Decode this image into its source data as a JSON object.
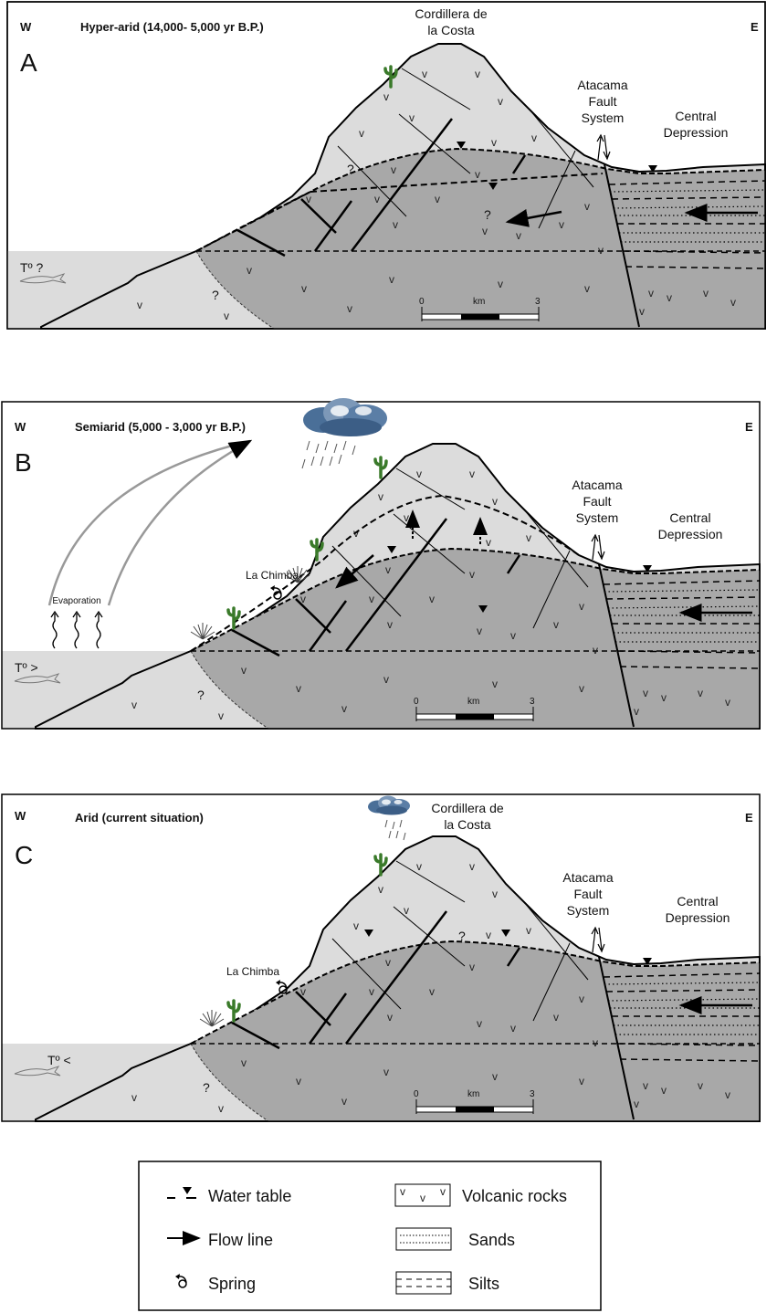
{
  "panels": [
    {
      "id": "A",
      "letter": "A",
      "title": "Hyper-arid (14,000- 5,000 yr B.P.)",
      "west": "W",
      "east": "E",
      "temp": "Tº ?",
      "cordillera": [
        "Cordillera de",
        "la Costa"
      ],
      "fault": [
        "Atacama",
        "Fault",
        "System"
      ],
      "depression": [
        "Central",
        "Depression"
      ],
      "scale": {
        "start": "0",
        "unit": "km",
        "end": "3"
      },
      "question": "?"
    },
    {
      "id": "B",
      "letter": "B",
      "title": "Semiarid (5,000 - 3,000 yr B.P.)",
      "west": "W",
      "east": "E",
      "temp": "Tº >",
      "fault": [
        "Atacama",
        "Fault",
        "System"
      ],
      "depression": [
        "Central",
        "Depression"
      ],
      "scale": {
        "start": "0",
        "unit": "km",
        "end": "3"
      },
      "evaporation": "Evaporation",
      "spring": "La Chimba",
      "question": "?"
    },
    {
      "id": "C",
      "letter": "C",
      "title": "Arid (current situation)",
      "west": "W",
      "east": "E",
      "temp": "Tº <",
      "cordillera": [
        "Cordillera de",
        "la Costa"
      ],
      "fault": [
        "Atacama",
        "Fault",
        "System"
      ],
      "depression": [
        "Central",
        "Depression"
      ],
      "scale": {
        "start": "0",
        "unit": "km",
        "end": "3"
      },
      "spring": "La Chimba",
      "question": "?"
    }
  ],
  "legend": {
    "water_table": "Water table",
    "flow_line": "Flow line",
    "spring": "Spring",
    "volcanic": "Volcanic rocks",
    "sands": "Sands",
    "silts": "Silts"
  },
  "colors": {
    "light": "#dcdcdc",
    "dark": "#a8a8a8",
    "cactus": "#3a7a2a"
  }
}
